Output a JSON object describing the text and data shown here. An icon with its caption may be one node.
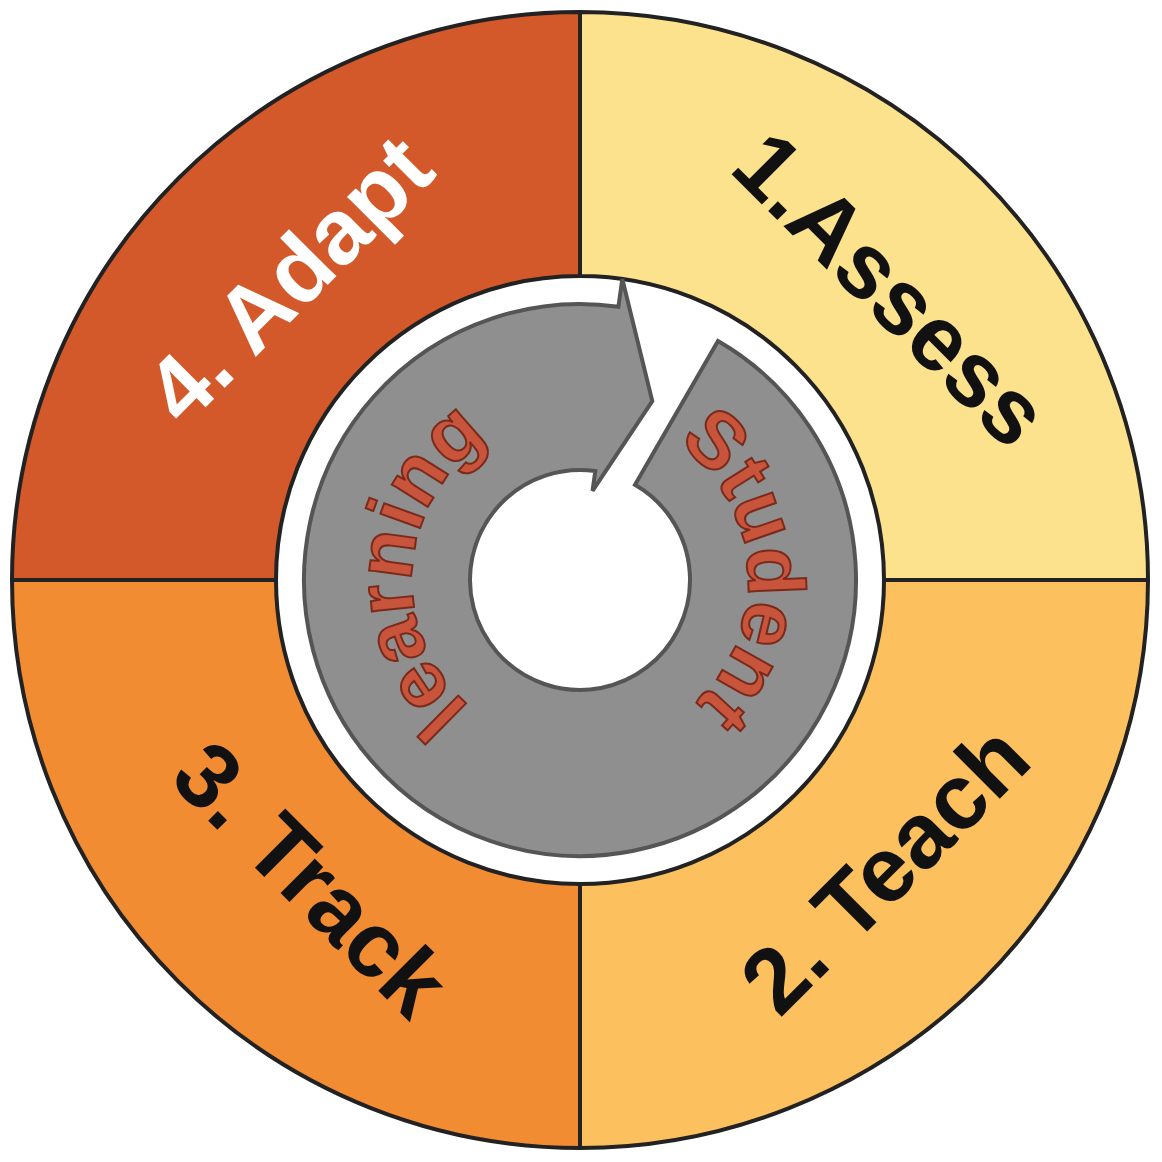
{
  "diagram": {
    "nodes": [
      {
        "text": [
          "1.Assess"
        ]
      },
      {
        "text": [
          "2. Teach"
        ]
      },
      {
        "text": [
          "3. Track"
        ]
      },
      {
        "text": [
          "4. Adapt"
        ]
      },
      {
        "text": [
          "learning",
          "Student"
        ]
      }
    ]
  }
}
